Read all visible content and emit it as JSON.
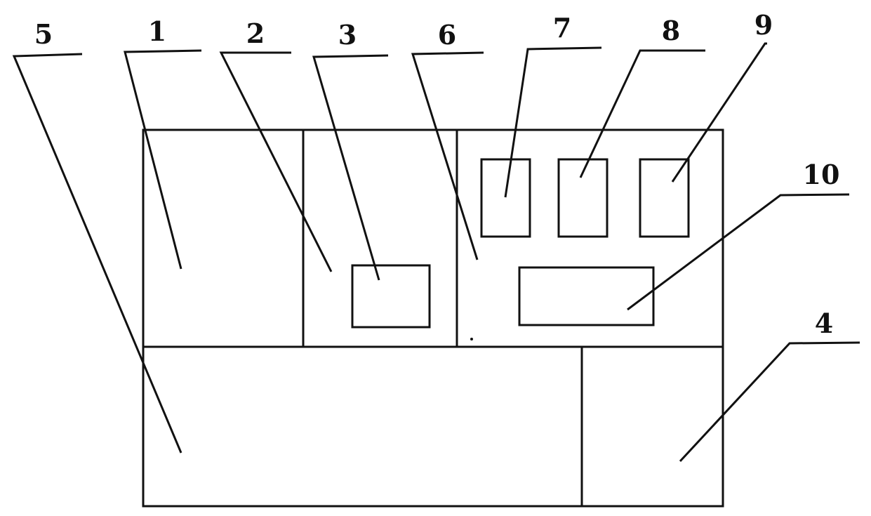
{
  "diagram": {
    "labels": {
      "l1": "1",
      "l2": "2",
      "l3": "3",
      "l4": "4",
      "l5": "5",
      "l6": "6",
      "l7": "7",
      "l8": "8",
      "l9": "9",
      "l10": "10"
    },
    "line_color": "#111111",
    "background_color": "#ffffff"
  }
}
